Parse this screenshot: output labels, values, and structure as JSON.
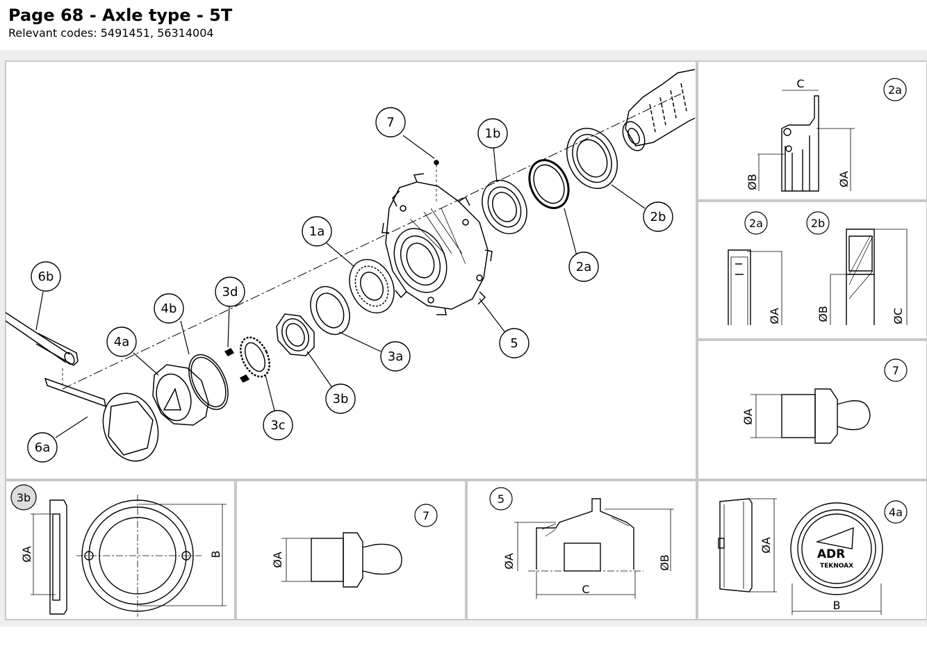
{
  "page": {
    "title": "Page 68 - Axle type - 5T",
    "subtitle": "Relevant codes: 5491451, 56314004"
  },
  "main_callouts": [
    "7",
    "1b",
    "1a",
    "3d",
    "6b",
    "4b",
    "4a",
    "6a",
    "3c",
    "3b",
    "3a",
    "2a",
    "2b",
    "5"
  ],
  "panels": {
    "p2a_top": {
      "badge": "2a",
      "c": "C",
      "b": "ØB",
      "a": "ØA"
    },
    "p2a2b": {
      "badge1": "2a",
      "badge2": "2b",
      "a": "ØA",
      "b": "ØB",
      "c": "ØC"
    },
    "p7_right": {
      "badge": "7",
      "a": "ØA"
    },
    "p3b": {
      "badge": "3b",
      "a": "ØA",
      "b": "B"
    },
    "p7_bottom": {
      "badge": "7",
      "a": "ØA"
    },
    "p5": {
      "badge": "5",
      "a": "ØA",
      "b": "ØB",
      "c": "C"
    },
    "p4a": {
      "badge": "4a",
      "a": "ØA",
      "b": "B",
      "logo1": "ADR",
      "logo2": "TEKNOAX"
    }
  }
}
